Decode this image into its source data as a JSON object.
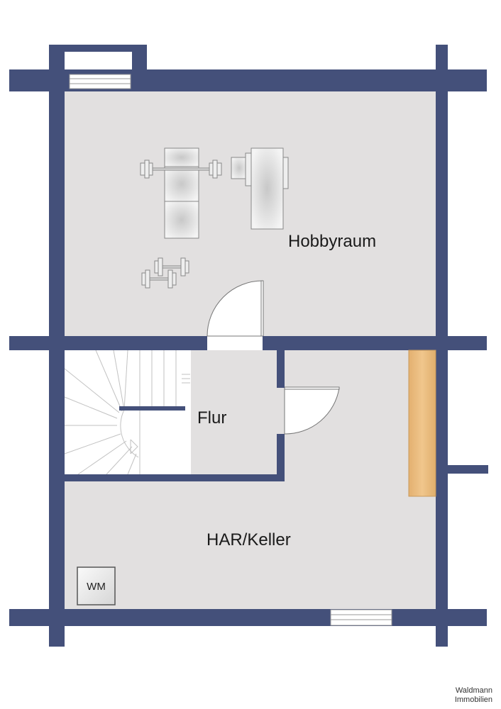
{
  "colors": {
    "wall": "#44507a",
    "floor": "#e2e0e0",
    "window": "#ffffff",
    "wardrobe": "#e8b878",
    "stair": "#ffffff"
  },
  "rooms": {
    "hobbyraum": "Hobbyraum",
    "flur": "Flur",
    "har_keller": "HAR/Keller"
  },
  "appliances": {
    "washing_machine": "WM"
  },
  "credit": {
    "line1": "Waldmann",
    "line2": "Immobilien"
  }
}
